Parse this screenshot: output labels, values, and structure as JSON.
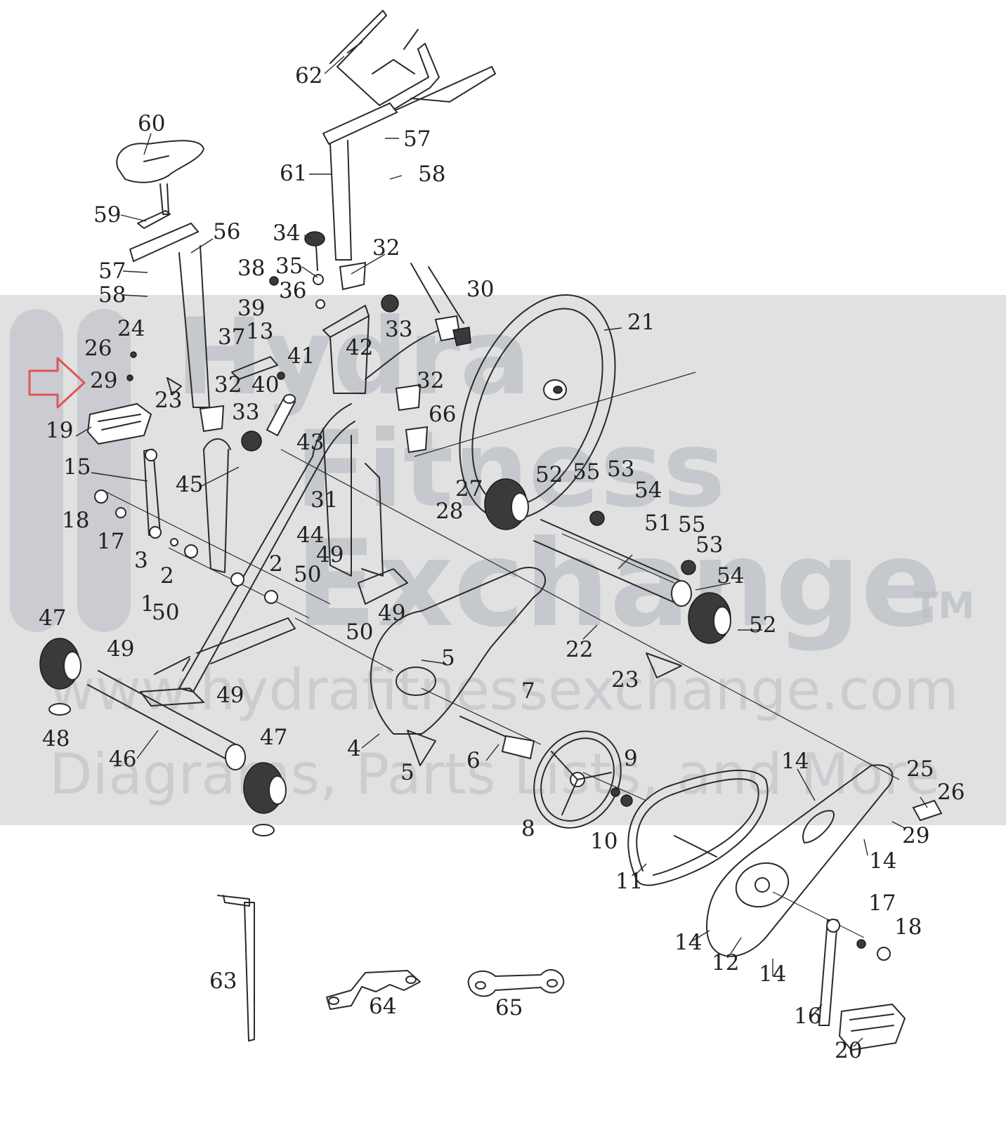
{
  "watermark": {
    "brand_line1": "Hydra",
    "brand_line2": "Fitness",
    "brand_line3": "Exchange",
    "trademark": "TM",
    "url": "www.hydrafitnessexchange.com",
    "tagline": "Diagrams, Parts Lists, and More"
  },
  "callout_arrow_color": "#e05555",
  "part_labels": [
    {
      "id": "62",
      "text": "62"
    },
    {
      "id": "60",
      "text": "60"
    },
    {
      "id": "57a",
      "text": "57"
    },
    {
      "id": "58a",
      "text": "58"
    },
    {
      "id": "61",
      "text": "61"
    },
    {
      "id": "59",
      "text": "59"
    },
    {
      "id": "56",
      "text": "56"
    },
    {
      "id": "34",
      "text": "34"
    },
    {
      "id": "32a",
      "text": "32"
    },
    {
      "id": "57b",
      "text": "57"
    },
    {
      "id": "38",
      "text": "38"
    },
    {
      "id": "35",
      "text": "35"
    },
    {
      "id": "58b",
      "text": "58"
    },
    {
      "id": "36",
      "text": "36"
    },
    {
      "id": "30",
      "text": "30"
    },
    {
      "id": "39",
      "text": "39"
    },
    {
      "id": "33a",
      "text": "33"
    },
    {
      "id": "21",
      "text": "21"
    },
    {
      "id": "24",
      "text": "24"
    },
    {
      "id": "13",
      "text": "13"
    },
    {
      "id": "26a",
      "text": "26"
    },
    {
      "id": "37",
      "text": "37"
    },
    {
      "id": "41",
      "text": "41"
    },
    {
      "id": "42",
      "text": "42"
    },
    {
      "id": "29a",
      "text": "29"
    },
    {
      "id": "32b",
      "text": "32"
    },
    {
      "id": "40",
      "text": "40"
    },
    {
      "id": "23a",
      "text": "23"
    },
    {
      "id": "32c",
      "text": "32"
    },
    {
      "id": "66",
      "text": "66"
    },
    {
      "id": "19",
      "text": "19"
    },
    {
      "id": "33b",
      "text": "33"
    },
    {
      "id": "43",
      "text": "43"
    },
    {
      "id": "15",
      "text": "15"
    },
    {
      "id": "52a",
      "text": "52"
    },
    {
      "id": "55a",
      "text": "55"
    },
    {
      "id": "53a",
      "text": "53"
    },
    {
      "id": "45",
      "text": "45"
    },
    {
      "id": "27",
      "text": "27"
    },
    {
      "id": "54a",
      "text": "54"
    },
    {
      "id": "31",
      "text": "31"
    },
    {
      "id": "28",
      "text": "28"
    },
    {
      "id": "18a",
      "text": "18"
    },
    {
      "id": "51",
      "text": "51"
    },
    {
      "id": "55b",
      "text": "55"
    },
    {
      "id": "17a",
      "text": "17"
    },
    {
      "id": "44",
      "text": "44"
    },
    {
      "id": "53b",
      "text": "53"
    },
    {
      "id": "3",
      "text": "3"
    },
    {
      "id": "49a",
      "text": "49"
    },
    {
      "id": "2a",
      "text": "2"
    },
    {
      "id": "2b",
      "text": "2"
    },
    {
      "id": "50a",
      "text": "50"
    },
    {
      "id": "54b",
      "text": "54"
    },
    {
      "id": "1",
      "text": "1"
    },
    {
      "id": "50b",
      "text": "50"
    },
    {
      "id": "49b",
      "text": "49"
    },
    {
      "id": "47a",
      "text": "47"
    },
    {
      "id": "52b",
      "text": "52"
    },
    {
      "id": "50c",
      "text": "50"
    },
    {
      "id": "22",
      "text": "22"
    },
    {
      "id": "49c",
      "text": "49"
    },
    {
      "id": "5a",
      "text": "5"
    },
    {
      "id": "23b",
      "text": "23"
    },
    {
      "id": "49d",
      "text": "49"
    },
    {
      "id": "7",
      "text": "7"
    },
    {
      "id": "48",
      "text": "48"
    },
    {
      "id": "4",
      "text": "4"
    },
    {
      "id": "47b",
      "text": "47"
    },
    {
      "id": "46",
      "text": "46"
    },
    {
      "id": "6",
      "text": "6"
    },
    {
      "id": "5b",
      "text": "5"
    },
    {
      "id": "9",
      "text": "9"
    },
    {
      "id": "14a",
      "text": "14"
    },
    {
      "id": "25",
      "text": "25"
    },
    {
      "id": "26b",
      "text": "26"
    },
    {
      "id": "8",
      "text": "8"
    },
    {
      "id": "10",
      "text": "10"
    },
    {
      "id": "29b",
      "text": "29"
    },
    {
      "id": "14b",
      "text": "14"
    },
    {
      "id": "11",
      "text": "11"
    },
    {
      "id": "17b",
      "text": "17"
    },
    {
      "id": "18b",
      "text": "18"
    },
    {
      "id": "14c",
      "text": "14"
    },
    {
      "id": "63",
      "text": "63"
    },
    {
      "id": "64",
      "text": "64"
    },
    {
      "id": "65",
      "text": "65"
    },
    {
      "id": "12",
      "text": "12"
    },
    {
      "id": "14d",
      "text": "14"
    },
    {
      "id": "16",
      "text": "16"
    },
    {
      "id": "20",
      "text": "20"
    }
  ]
}
